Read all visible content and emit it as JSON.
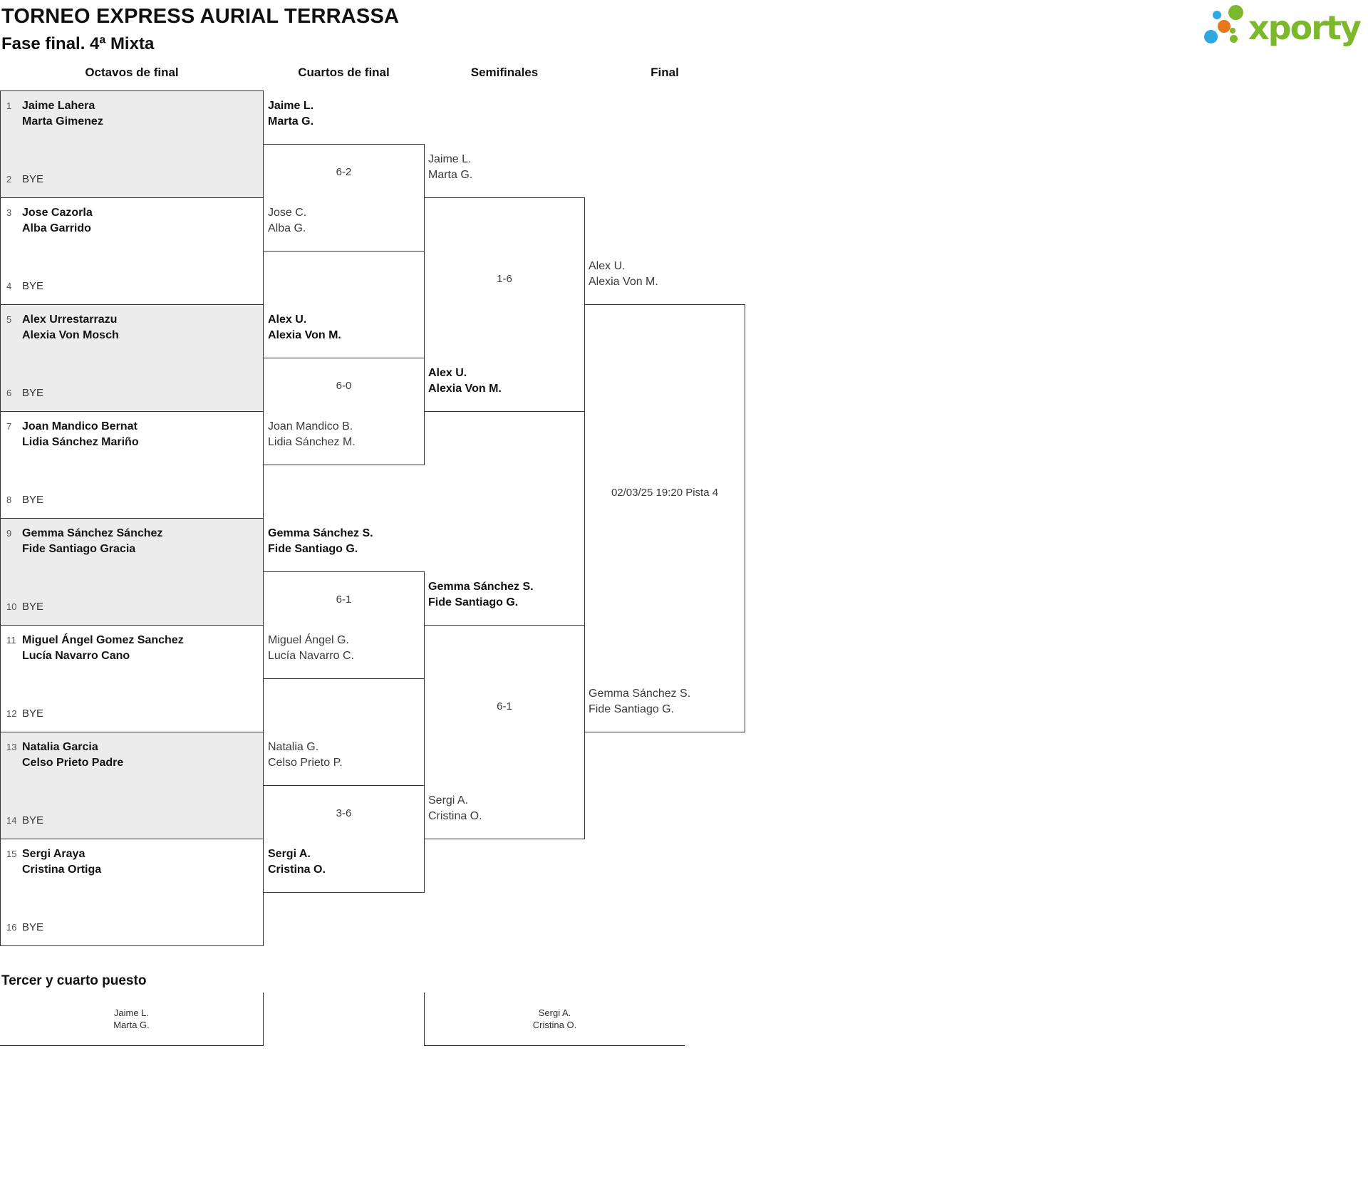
{
  "title": "TORNEO EXPRESS AURIAL TERRASSA",
  "subtitle": "Fase final. 4ª Mixta",
  "logo": {
    "text": "xporty"
  },
  "colors": {
    "boxfill": "#ececec",
    "line": "#333333",
    "seed": "#555555",
    "text": "#3a3a3a",
    "logogreen": "#7cb82c",
    "logoblue": "#2ea9e0",
    "logoorange": "#e8791a"
  },
  "rounds": [
    "Octavos de final",
    "Cuartos de final",
    "Semifinales",
    "Final"
  ],
  "octavos": [
    {
      "seed_top": "1",
      "team": [
        "Jaime Lahera",
        "Marta Gimenez"
      ],
      "seed_bottom": "2",
      "bye": "BYE"
    },
    {
      "seed_top": "3",
      "team": [
        "Jose Cazorla",
        "Alba Garrido"
      ],
      "seed_bottom": "4",
      "bye": "BYE"
    },
    {
      "seed_top": "5",
      "team": [
        "Alex Urrestarrazu",
        "Alexia Von Mosch"
      ],
      "seed_bottom": "6",
      "bye": "BYE"
    },
    {
      "seed_top": "7",
      "team": [
        "Joan Mandico Bernat",
        "Lidia Sánchez Mariño"
      ],
      "seed_bottom": "8",
      "bye": "BYE"
    },
    {
      "seed_top": "9",
      "team": [
        "Gemma Sánchez Sánchez",
        "Fide Santiago Gracia"
      ],
      "seed_bottom": "10",
      "bye": "BYE"
    },
    {
      "seed_top": "11",
      "team": [
        "Miguel Ángel Gomez Sanchez",
        "Lucía Navarro Cano"
      ],
      "seed_bottom": "12",
      "bye": "BYE"
    },
    {
      "seed_top": "13",
      "team": [
        "Natalia Garcia",
        "Celso Prieto Padre"
      ],
      "seed_bottom": "14",
      "bye": "BYE"
    },
    {
      "seed_top": "15",
      "team": [
        "Sergi Araya",
        "Cristina Ortiga"
      ],
      "seed_bottom": "16",
      "bye": "BYE"
    }
  ],
  "cuartos": [
    {
      "top": [
        "Jaime L.",
        "Marta G."
      ],
      "top_winner": true,
      "bottom": [
        "Jose C.",
        "Alba G."
      ],
      "bottom_winner": false,
      "score": "6-2"
    },
    {
      "top": [
        "Alex U.",
        "Alexia Von M."
      ],
      "top_winner": true,
      "bottom": [
        "Joan Mandico B.",
        "Lidia Sánchez M."
      ],
      "bottom_winner": false,
      "score": "6-0"
    },
    {
      "top": [
        "Gemma Sánchez S.",
        "Fide Santiago G."
      ],
      "top_winner": true,
      "bottom": [
        "Miguel Ángel G.",
        "Lucía Navarro C."
      ],
      "bottom_winner": false,
      "score": "6-1"
    },
    {
      "top": [
        "Natalia G.",
        "Celso Prieto P."
      ],
      "top_winner": false,
      "bottom": [
        "Sergi A.",
        "Cristina O."
      ],
      "bottom_winner": true,
      "score": "3-6"
    }
  ],
  "semifinales": [
    {
      "top": [
        "Jaime L.",
        "Marta G."
      ],
      "top_winner": false,
      "bottom": [
        "Alex U.",
        "Alexia Von M."
      ],
      "bottom_winner": true,
      "score": "1-6"
    },
    {
      "top": [
        "Gemma Sánchez S.",
        "Fide Santiago G."
      ],
      "top_winner": true,
      "bottom": [
        "Sergi A.",
        "Cristina O."
      ],
      "bottom_winner": false,
      "score": "6-1"
    }
  ],
  "final": {
    "top": [
      "Alex U.",
      "Alexia Von M."
    ],
    "bottom": [
      "Gemma Sánchez S.",
      "Fide Santiago G."
    ],
    "schedule": "02/03/25 19:20 Pista 4"
  },
  "third_place": {
    "heading": "Tercer y cuarto puesto",
    "left": [
      "Jaime L.",
      "Marta G."
    ],
    "right": [
      "Sergi A.",
      "Cristina O."
    ]
  }
}
